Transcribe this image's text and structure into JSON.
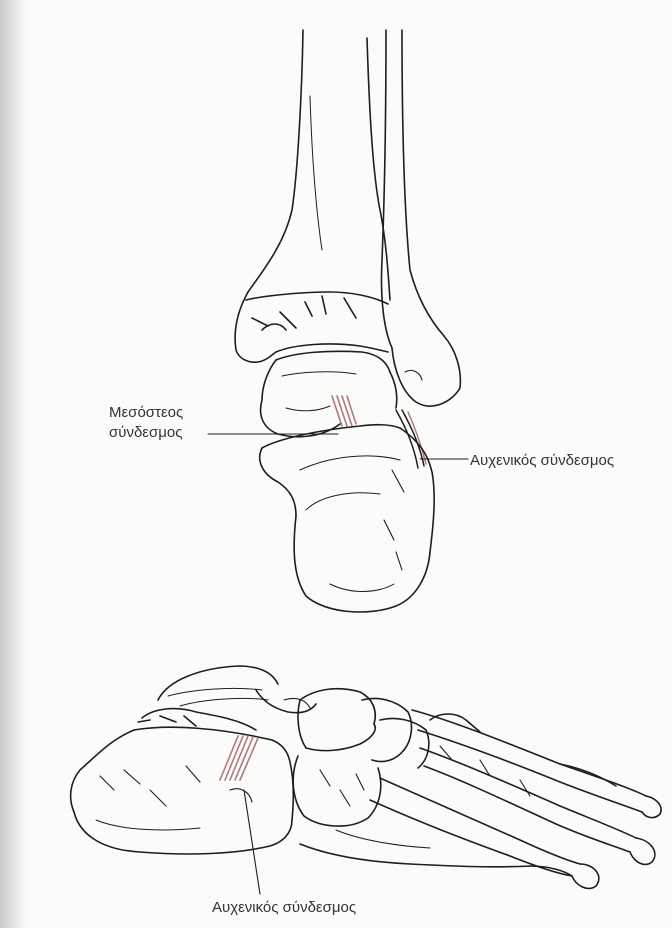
{
  "labels": {
    "interosseous_line1": "Μεσόστεος",
    "interosseous_line2": "σύνδεσμος",
    "cervical_ligament_top": "Αυχενικός σύνδεσμος",
    "cervical_ligament_bottom": "Αυχενικός σύνδεσμος"
  },
  "colors": {
    "ink": "#1e1e1e",
    "ligament": "#b07a7a",
    "paper": "#fbfbf9"
  }
}
